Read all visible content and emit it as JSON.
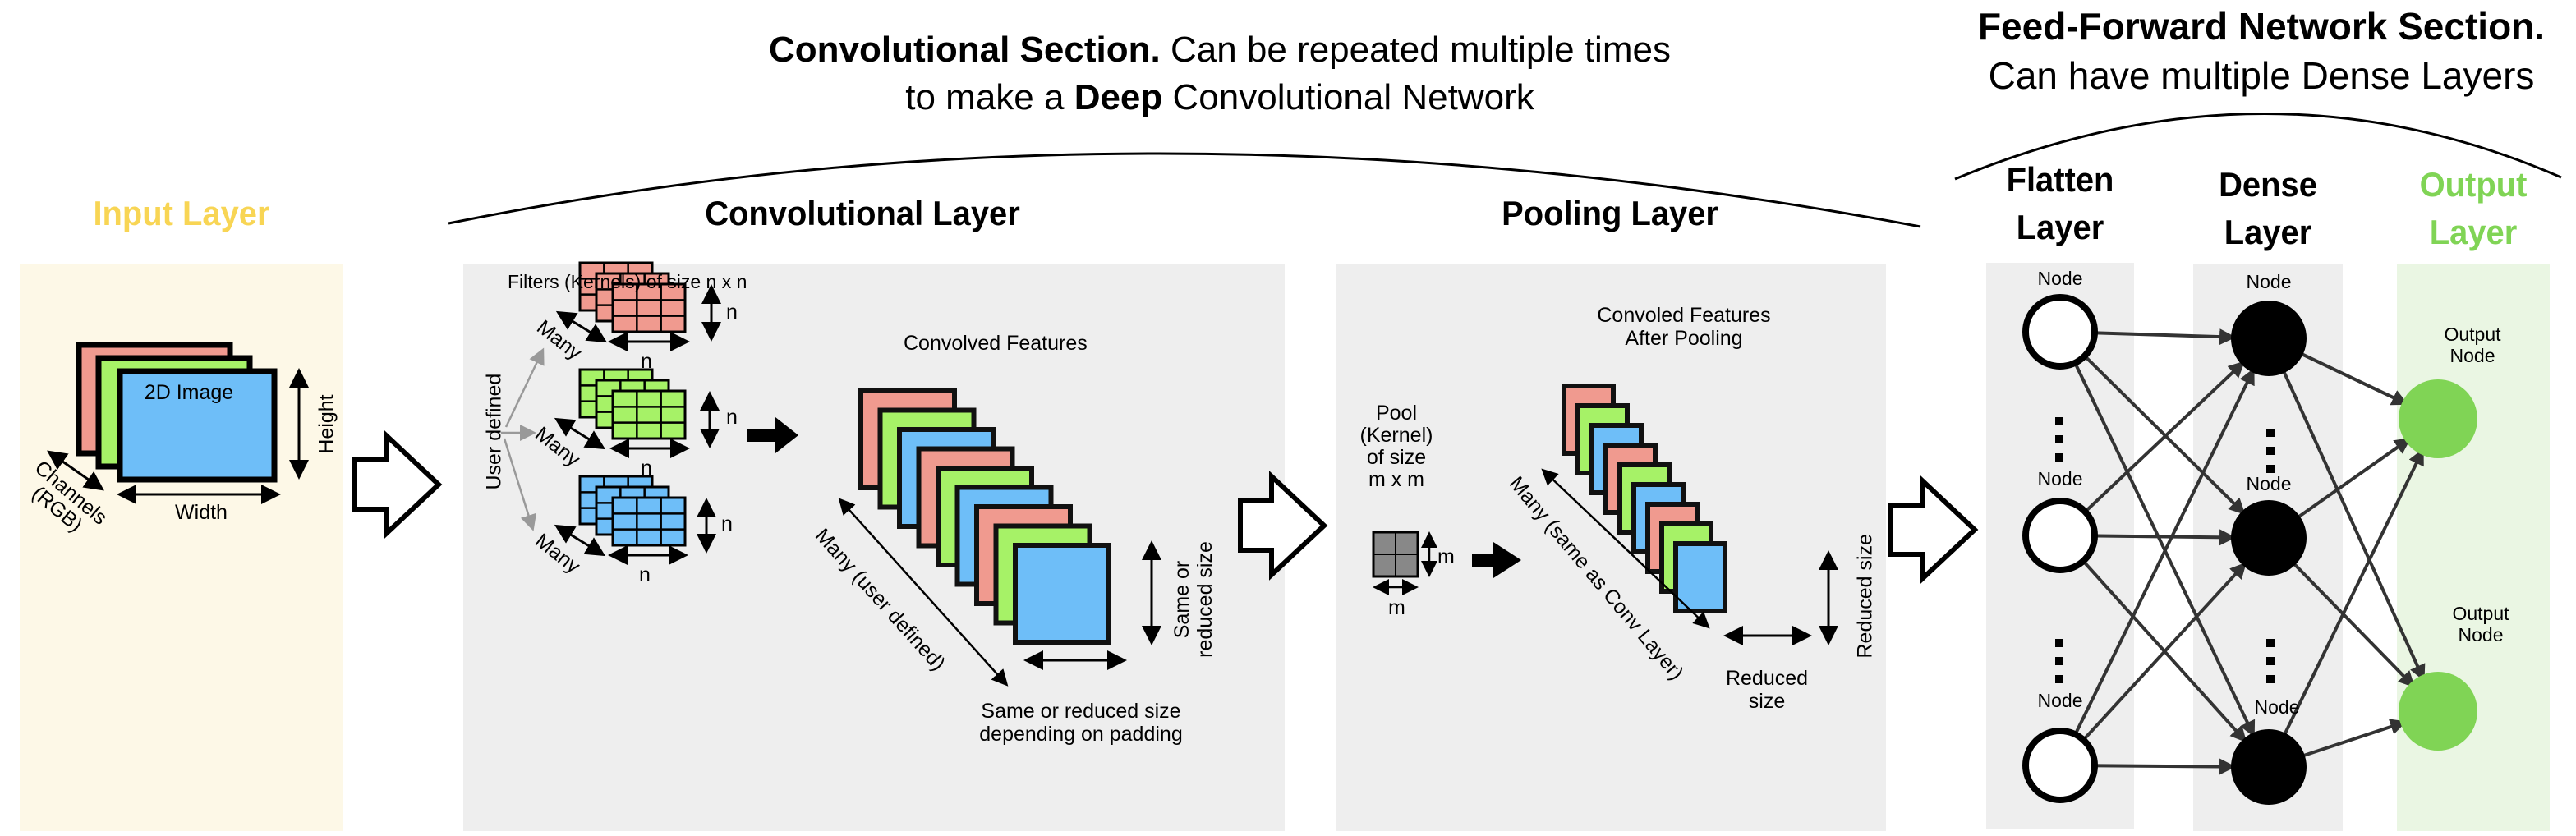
{
  "colors": {
    "input_panel": "#fdf8e7",
    "gray_panel": "#eeeeee",
    "output_panel": "#eaf6e3",
    "input_title": "#f8d554",
    "output_title": "#80d455",
    "red": "#f09a8f",
    "green": "#a6f267",
    "blue": "#6ebef8",
    "pool_gray": "#888888",
    "output_node": "#80d455",
    "arrow_gray": "#999999"
  },
  "header": {
    "conv_section_bold": "Convolutional Section.",
    "conv_section_rest": " Can be repeated multiple times",
    "conv_section_line2_pre": "to make a ",
    "conv_section_line2_bold": "Deep",
    "conv_section_line2_post": " Convolutional Network",
    "ffn_section_bold": "Feed-Forward Network Section.",
    "ffn_section_line2": "Can have multiple Dense Layers"
  },
  "input_layer": {
    "title": "Input Layer",
    "image_label": "2D Image",
    "height_label": "Height",
    "width_label": "Width",
    "channels_label_1": "Channels",
    "channels_label_2": "(RGB)"
  },
  "conv_layer": {
    "title": "Convolutional Layer",
    "filters_label": "Filters (Kernels) of size n x n",
    "user_defined_label": "User defined",
    "many_label": "Many",
    "n_label": "n",
    "convolved_label": "Convolved Features",
    "many_user_defined_label": "Many (user defined)",
    "same_or_reduced_vertical_1": "Same or",
    "same_or_reduced_vertical_2": "reduced size",
    "padding_label_1": "Same or reduced size",
    "padding_label_2": "depending on padding"
  },
  "pooling_layer": {
    "title": "Pooling Layer",
    "pool_label_1": "Pool",
    "pool_label_2": "(Kernel)",
    "pool_label_3": "of size",
    "pool_label_4": "m x m",
    "m_label": "m",
    "pooled_label_1": "Convoled Features",
    "pooled_label_2": "After Pooling",
    "many_same_label": "Many (same as Conv Layer)",
    "reduced_vertical": "Reduced size",
    "reduced_h_1": "Reduced",
    "reduced_h_2": "size"
  },
  "flatten_layer": {
    "title_1": "Flatten",
    "title_2": "Layer",
    "node_labels": [
      "Node",
      "Node",
      "Node"
    ]
  },
  "dense_layer": {
    "title_1": "Dense",
    "title_2": "Layer",
    "node_labels": [
      "Node",
      "Node",
      "Node"
    ]
  },
  "output_layer": {
    "title_1": "Output",
    "title_2": "Layer",
    "node_labels": [
      {
        "l1": "Output",
        "l2": "Node"
      },
      {
        "l1": "Output",
        "l2": "Node"
      }
    ]
  }
}
